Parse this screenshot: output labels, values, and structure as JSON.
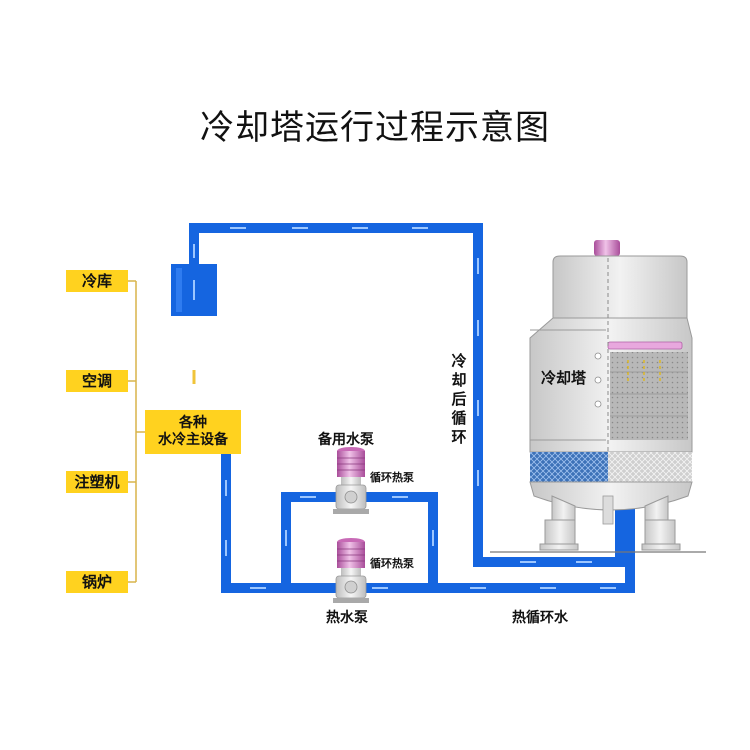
{
  "title": "冷却塔运行过程示意图",
  "equipment_list": [
    {
      "label": "冷库"
    },
    {
      "label": "空调"
    },
    {
      "label": "注塑机"
    },
    {
      "label": "锅炉"
    }
  ],
  "main_equipment": {
    "line1": "各种",
    "line2": "水冷主设备"
  },
  "pumps": {
    "standby_label": "备用水泵",
    "hot_pump_label": "热水泵",
    "circulation_pump_top": "循环热泵",
    "circulation_pump_bottom": "循环热泵"
  },
  "cooling_tower": {
    "label": "冷却塔"
  },
  "flows": {
    "cooled_circulation": "冷却后循环",
    "hot_circulation_water": "热循环水"
  },
  "colors": {
    "pipe": "#1565e0",
    "pipe_highlight": "#5aa0ff",
    "label_bg": "#ffd21f",
    "tank": "#1565e0",
    "tower_fill": "#d9d9d9",
    "fill_media": "#3c6fb0",
    "pump_motor": "#c86ab6"
  }
}
